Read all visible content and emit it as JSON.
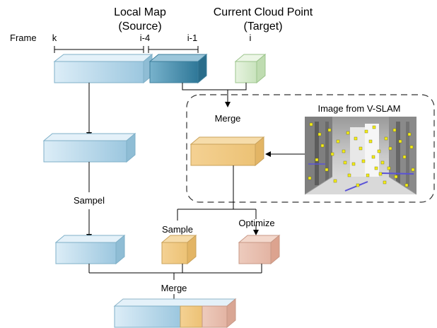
{
  "headers": {
    "local_map": "Local Map",
    "local_map_sub": "(Source)",
    "current_cloud": "Current Cloud Point",
    "current_cloud_sub": "(Target)"
  },
  "frame_axis": {
    "label": "Frame",
    "ticks": [
      "k",
      "i-4",
      "i-1",
      "i"
    ]
  },
  "labels": {
    "merge_top": "Merge",
    "sampel": "Sampel",
    "sample": "Sample",
    "optimize": "Optimize",
    "merge_bottom": "Merge",
    "vslam_title": "Image from V-SLAM"
  },
  "colors": {
    "blue_light": "#d7eaf5",
    "blue_mid": "#a6cde2",
    "blue_dark": "#3f8aa8",
    "green": "#d8ecd0",
    "orange": "#f0c880",
    "salmon": "#e9bfaf",
    "dashed_border": "#333333",
    "feature_point": "#f5ee1a"
  }
}
